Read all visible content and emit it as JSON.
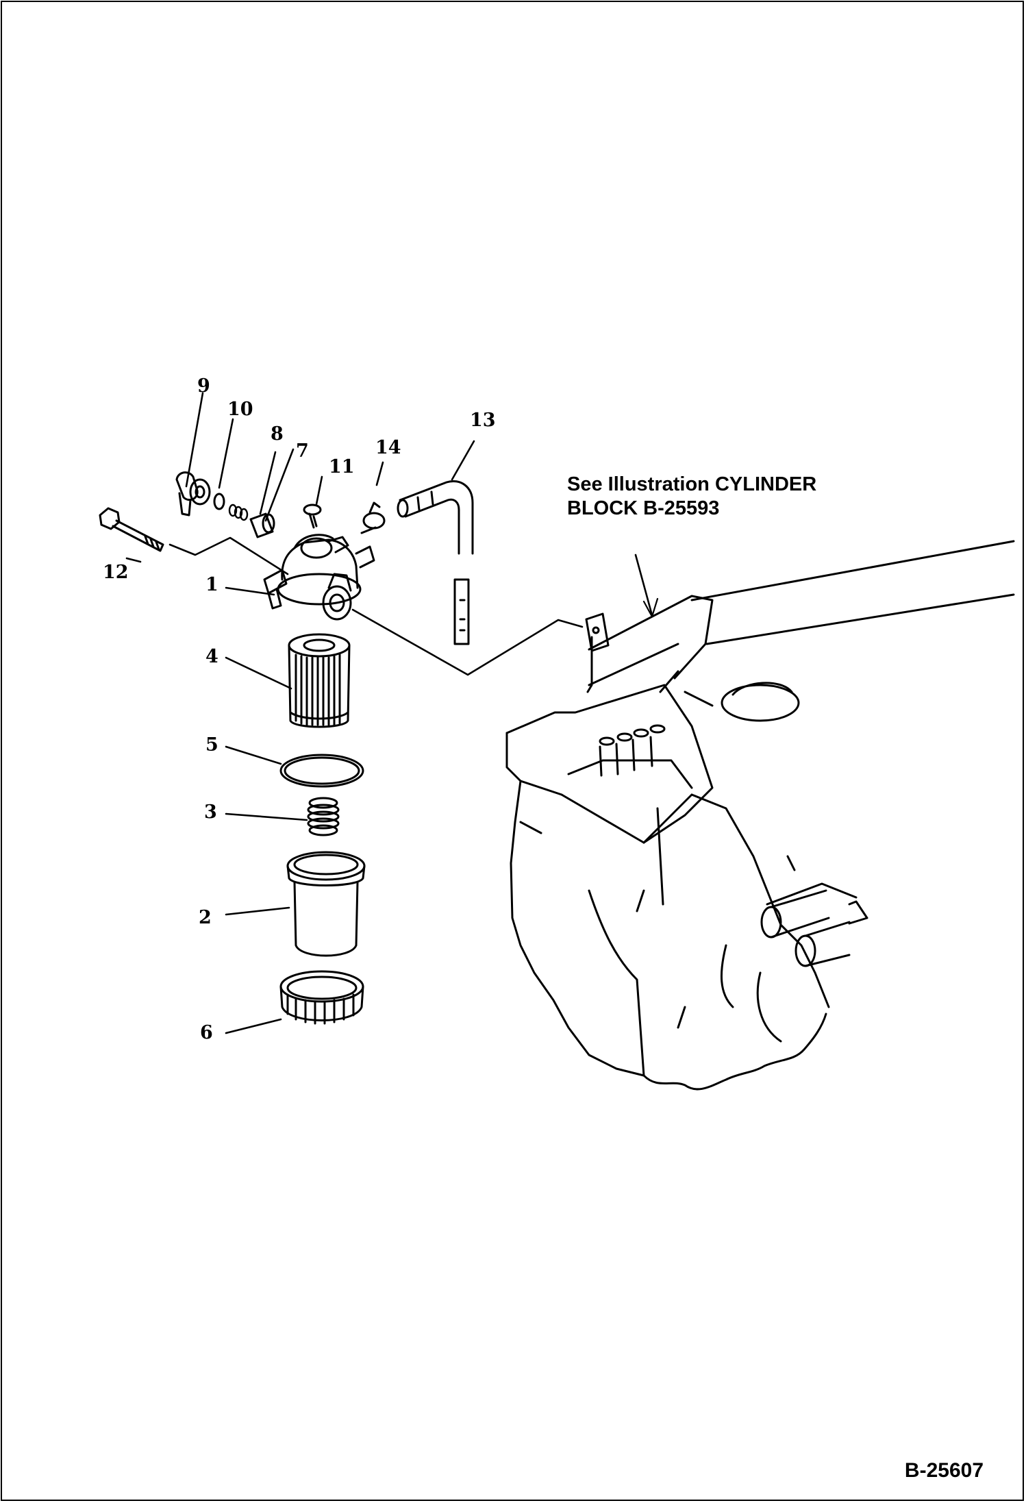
{
  "callouts": {
    "c1": "1",
    "c2": "2",
    "c3": "3",
    "c4": "4",
    "c5": "5",
    "c6": "6",
    "c7": "7",
    "c8": "8",
    "c9": "9",
    "c10": "10",
    "c11": "11",
    "c12": "12",
    "c13": "13",
    "c14": "14"
  },
  "reference_note": {
    "line1": "See Illustration CYLINDER",
    "line2": "BLOCK B-25593"
  },
  "drawing_number": "B-25607"
}
